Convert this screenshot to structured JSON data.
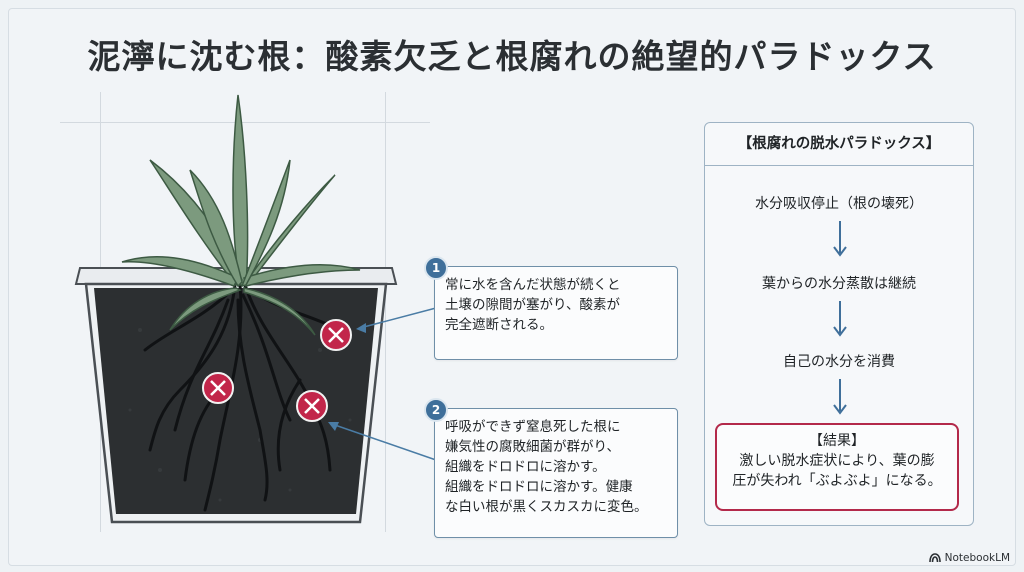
{
  "title": "泥濘に沈む根：酸素欠乏と根腐れの絶望的パラドックス",
  "callouts": [
    {
      "number": "1",
      "lines": [
        "常に水を含んだ状態が続くと",
        "土壌の隙間が塞がり、酸素が",
        "完全遮断される。"
      ]
    },
    {
      "number": "2",
      "lines": [
        "呼吸ができず窒息死した根に",
        "嫌気性の腐敗細菌が群がり、",
        "組織をドロドロに溶かす。",
        "組織をドロドロに溶かす。健康",
        "な白い根が黒くスカスカに変色。"
      ]
    }
  ],
  "panel": {
    "title": "【根腐れの脱水パラドックス】",
    "steps": [
      "水分吸収停止（根の壊死）",
      "葉からの水分蒸散は継続",
      "自己の水分を消費"
    ],
    "result": {
      "heading": "【結果】",
      "lines": [
        "激しい脱水症状により、葉の膨",
        "圧が失われ「ぶよぶよ」になる。"
      ]
    }
  },
  "watermark": "NotebookLM",
  "colors": {
    "accent_blue": "#3f6f9a",
    "result_red": "#b3294a",
    "x_mark": "#c2264a",
    "soil": "#2c2f31"
  }
}
